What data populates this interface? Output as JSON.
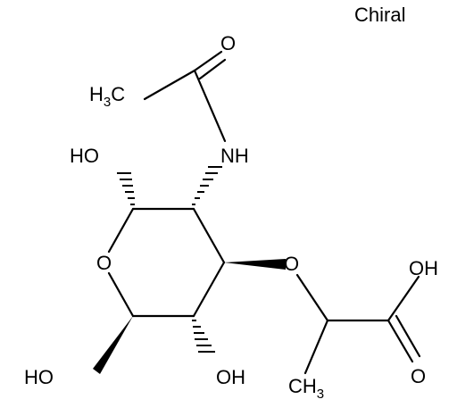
{
  "molecule": {
    "chiral_flag": "Chiral",
    "labels": {
      "carbonyl_o_top": "O",
      "acetyl_ch3_main": "H",
      "acetyl_ch3_sub": "3",
      "acetyl_ch3_tail": "C",
      "nh": "NH",
      "anomeric_oh": "HO",
      "ring_o": "O",
      "ether_o": "O",
      "acid_oh": "OH",
      "acid_o": "O",
      "ring_oh": "OH",
      "ch2oh": "HO",
      "lactyl_ch3_main": "CH",
      "lactyl_ch3_sub": "3"
    }
  }
}
